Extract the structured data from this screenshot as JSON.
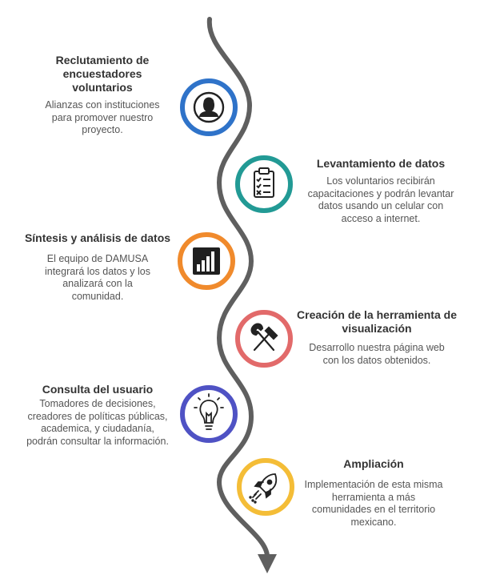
{
  "colors": {
    "line": "#5f5f5f",
    "step1": "#2f73c9",
    "step2": "#229a95",
    "step3": "#f08a2c",
    "step4": "#e26a6a",
    "step5": "#4f52c4",
    "step6": "#f4bd37"
  },
  "steps": [
    {
      "title": "Reclutamiento de encuestadores voluntarios",
      "description": "Alianzas con instituciones para promover nuestro proyecto.",
      "icon": "person-icon"
    },
    {
      "title": "Levantamiento de datos",
      "description": "Los voluntarios recibirán capacitaciones y podrán levantar datos usando un celular con acceso a internet.",
      "icon": "clipboard-checklist-icon"
    },
    {
      "title": "Síntesis y análisis de datos",
      "description": "El equipo de DAMUSA integrará los datos y los analizará con la comunidad.",
      "icon": "bar-chart-icon"
    },
    {
      "title": "Creación de la herramienta de visualización",
      "description": "Desarrollo nuestra página web con los datos obtenidos.",
      "icon": "hammer-wrench-icon"
    },
    {
      "title": "Consulta del usuario",
      "description": "Tomadores de decisiones, creadores de políticas públicas, academica, y ciudadanía, podrán consultar la información.",
      "icon": "lightbulb-icon"
    },
    {
      "title": "Ampliación",
      "description": "Implementación de esta misma herramienta a más comunidades en el territorio mexicano.",
      "icon": "rocket-icon"
    }
  ]
}
